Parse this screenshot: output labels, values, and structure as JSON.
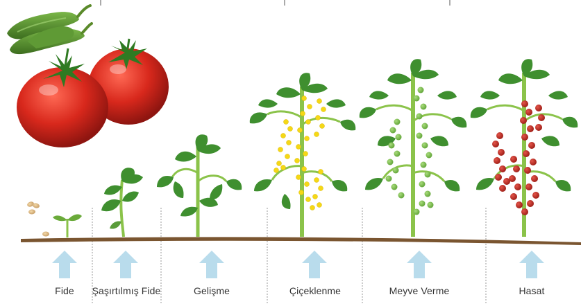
{
  "stages": [
    {
      "key": "fide",
      "label": "Fide"
    },
    {
      "key": "sasirtilmis_fide",
      "label": "Şaşırtılmış Fide"
    },
    {
      "key": "gelisme",
      "label": "Gelişme"
    },
    {
      "key": "ciceklenme",
      "label": "Çiçeklenme"
    },
    {
      "key": "meyve_verme",
      "label": "Meyve Verme"
    },
    {
      "key": "hasat",
      "label": "Hasat"
    }
  ],
  "colors": {
    "soil": "#7a5530",
    "stem": "#8bc34a",
    "leaf": "#3f8f2f",
    "leaf_dark": "#2e7a25",
    "flower": "#f5d816",
    "green_fruit": "#7fc24f",
    "red_fruit": "#b8231c",
    "arrow": "#b9dcec",
    "divider": "#9a9a9a",
    "tomato": "#d8281c",
    "pepper": "#4f8a2a"
  },
  "icons": [
    "pepper-icon",
    "tomato-icon",
    "seed-icon",
    "up-arrow-icon"
  ]
}
